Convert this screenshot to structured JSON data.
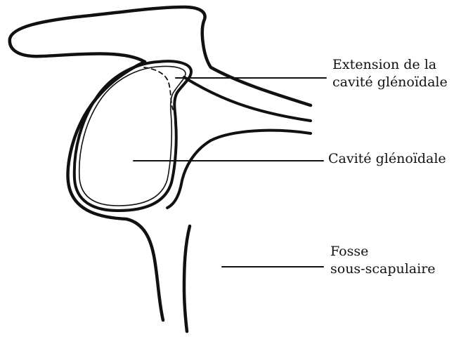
{
  "labels": {
    "extension_line1": "Extension de la",
    "extension_line2": "cavité glénoïdale",
    "cavite": "Cavité glénoïdale",
    "fosse_line1": "Fosse",
    "fosse_line2": "sous-scapulaire"
  },
  "colors": {
    "ink": "#111111",
    "background": "#ffffff"
  }
}
